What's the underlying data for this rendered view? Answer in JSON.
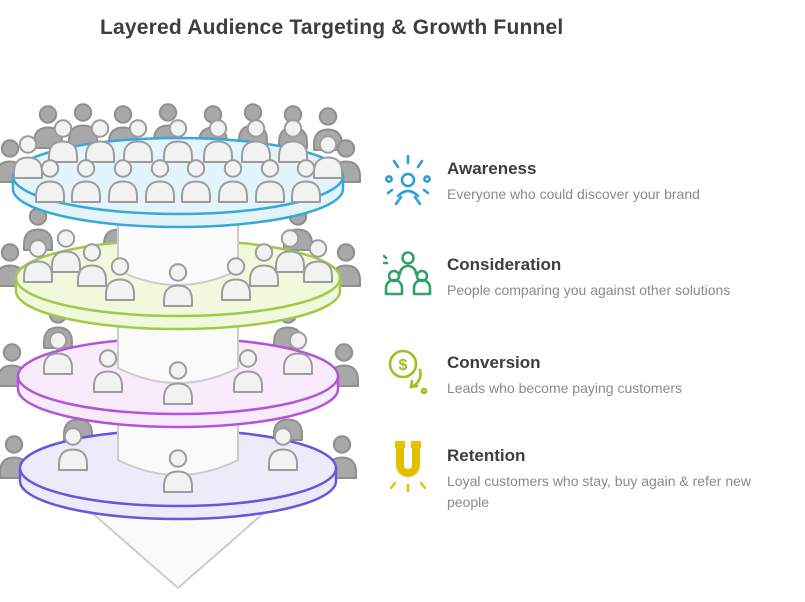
{
  "title": "Layered Audience Targeting & Growth Funnel",
  "funnel": {
    "tiers": [
      {
        "name": "awareness",
        "people_count": 17,
        "shadow_people_count": 10,
        "fill": "#e3f4fb",
        "stroke": "#36a9d9"
      },
      {
        "name": "consideration",
        "people_count": 9,
        "shadow_people_count": 6,
        "fill": "#f1f9dd",
        "stroke": "#a2ca4a"
      },
      {
        "name": "conversion",
        "people_count": 5,
        "shadow_people_count": 5,
        "fill": "#f8ecfc",
        "stroke": "#b455d8"
      },
      {
        "name": "retention",
        "people_count": 3,
        "shadow_people_count": 5,
        "fill": "#ecebfa",
        "stroke": "#6459de"
      }
    ],
    "arrow": {
      "fill": "#fafafa",
      "stroke": "#cccccc"
    },
    "person": {
      "fill": "#f2f2f2",
      "stroke": "#9c9c9c"
    },
    "person_shadow": {
      "fill": "#a8a8a8",
      "stroke": "#8f8f8f"
    }
  },
  "legend": [
    {
      "icon": "broadcast-icon",
      "icon_color": "#2b9fd6",
      "title": "Awareness",
      "description": "Everyone who could discover your brand"
    },
    {
      "icon": "people-group-icon",
      "icon_color": "#33a06a",
      "title": "Consideration",
      "description": "People comparing you against other solutions"
    },
    {
      "icon": "conversion-icon",
      "icon_color": "#9cc222",
      "title": "Conversion",
      "description": "Leads who become paying customers"
    },
    {
      "icon": "magnet-icon",
      "icon_color": "#e5c000",
      "title": "Retention",
      "description": "Loyal customers who stay, buy again & refer new people"
    }
  ]
}
